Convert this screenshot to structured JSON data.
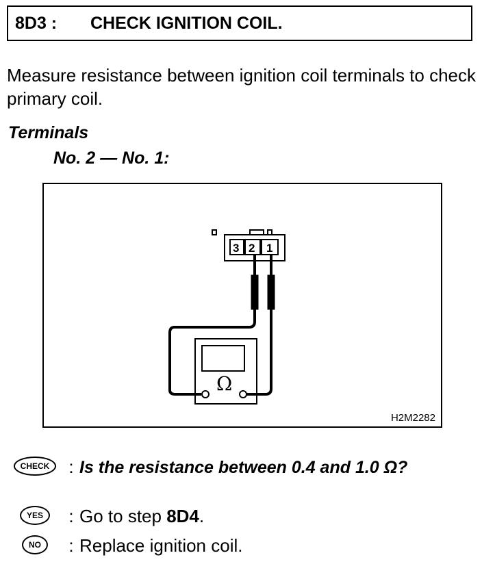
{
  "header": {
    "step": "8D3 :",
    "title": "CHECK IGNITION COIL."
  },
  "intro": "Measure resistance between ignition coil terminals to check primary coil.",
  "terminals_label": "Terminals",
  "terminals_value": "No. 2 — No. 1:",
  "figure": {
    "id": "H2M2282",
    "pins": [
      "3",
      "2",
      "1"
    ],
    "meter_symbol": "Ω"
  },
  "check": {
    "badge": "CHECK",
    "text": "Is the resistance between 0.4 and 1.0 Ω?"
  },
  "yes": {
    "badge": "YES",
    "text_prefix": "Go to step ",
    "step": "8D4",
    "text_suffix": "."
  },
  "no": {
    "badge": "NO",
    "text": "Replace ignition coil."
  },
  "colon": ":"
}
